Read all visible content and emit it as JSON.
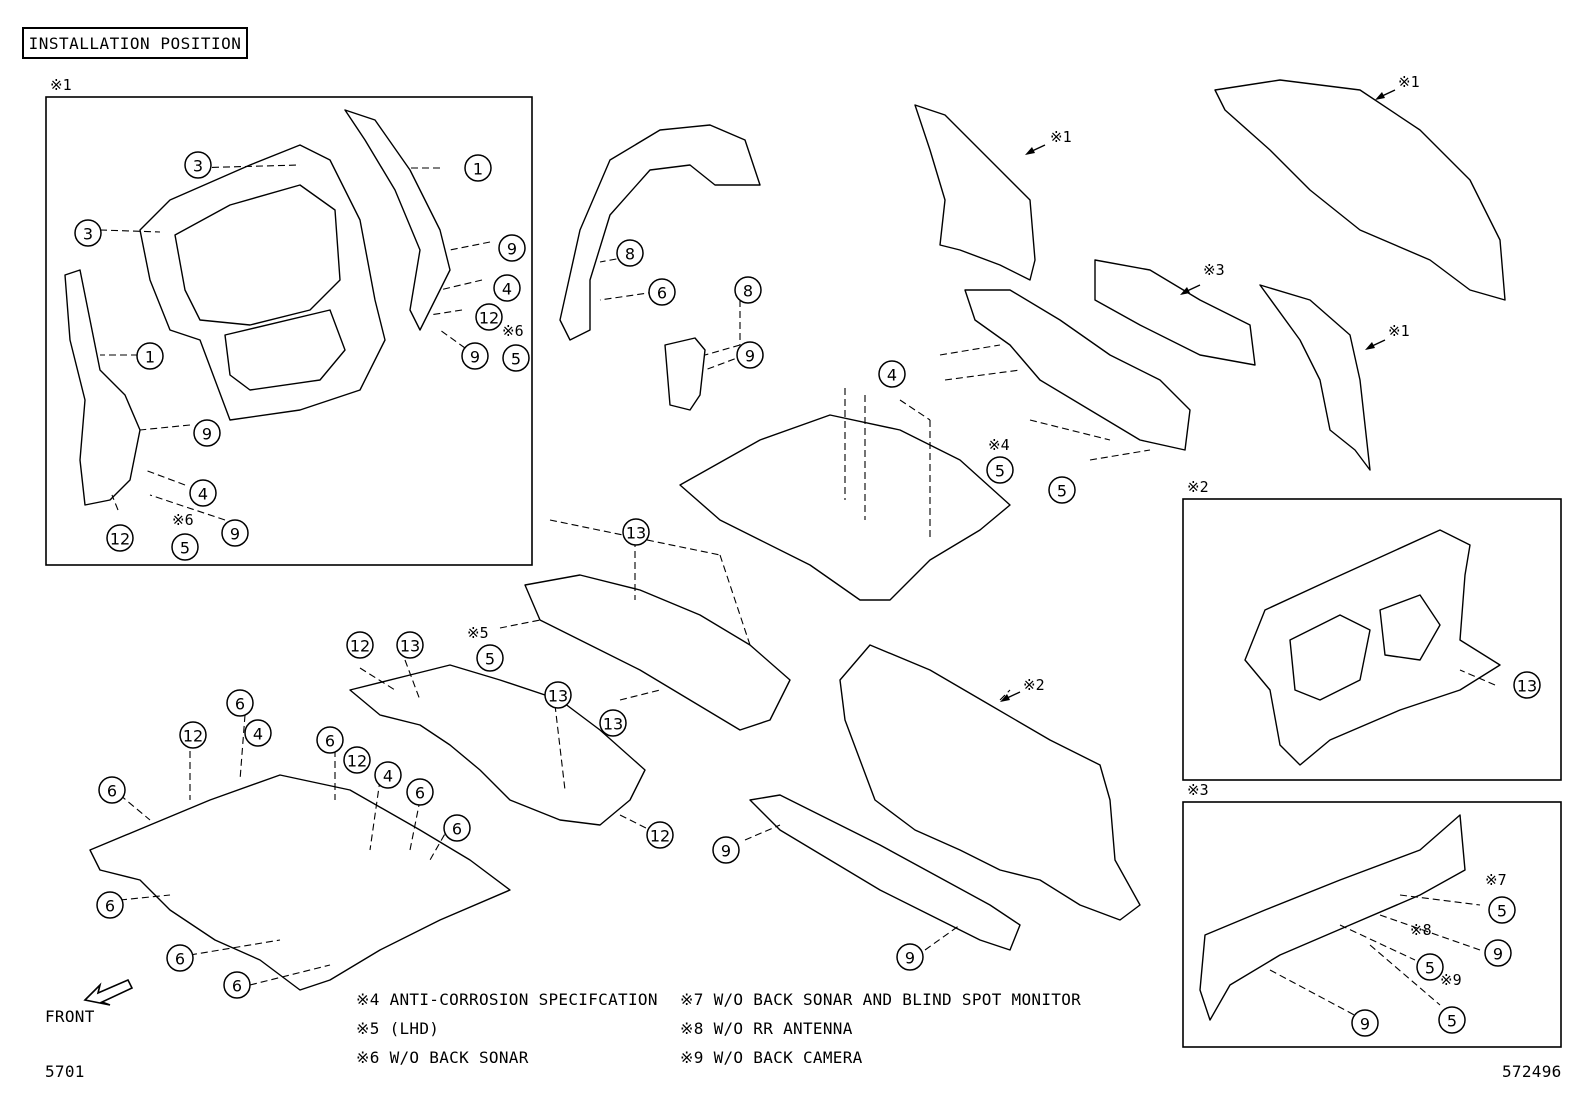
{
  "title": "INSTALLATION POSITION",
  "front_label": "FRONT",
  "footer": {
    "left_code": "5701",
    "right_code": "572496"
  },
  "notes": [
    "※4 ANTI-CORROSION SPECIFCATION",
    "※5 (LHD)",
    "※6 W/O BACK SONAR",
    "※7 W/O BACK SONAR AND BLIND SPOT MONITOR",
    "※8 W/O RR ANTENNA",
    "※9 W/O BACK CAMERA"
  ],
  "detail_frames": [
    "※1",
    "※2",
    "※3"
  ],
  "marks": {
    "m1": "※1",
    "m2": "※2",
    "m3": "※3",
    "m4": "※4",
    "m5": "※5",
    "m6": "※6",
    "m7": "※7",
    "m8": "※8",
    "m9": "※9"
  },
  "callout_numbers": [
    "1",
    "3",
    "4",
    "5",
    "6",
    "8",
    "9",
    "12",
    "13"
  ]
}
